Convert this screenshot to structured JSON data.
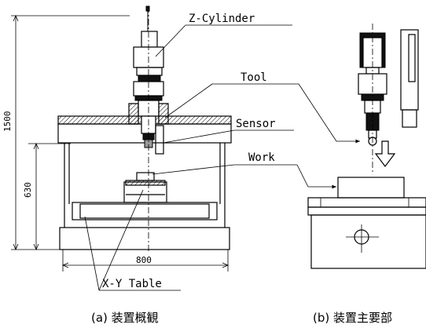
{
  "labels": {
    "z_cylinder": "Z-Cylinder",
    "tool": "Tool",
    "sensor": "Sensor",
    "work": "Work",
    "xy_table": "X-Y Table"
  },
  "dimensions": {
    "overall_height": "1500",
    "table_height": "630",
    "width": "800"
  },
  "captions": {
    "a": "(a) 装置概観",
    "b": "(b) 装置主要部"
  }
}
